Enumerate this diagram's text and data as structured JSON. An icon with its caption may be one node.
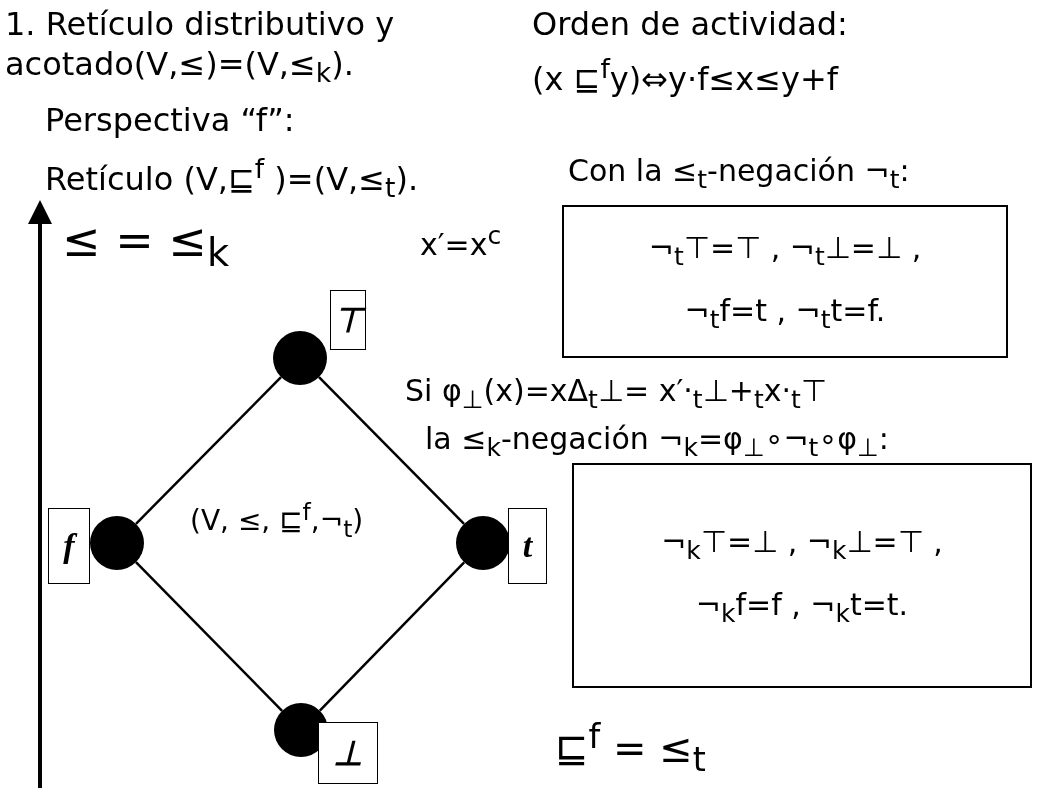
{
  "diagram": {
    "nodes": [
      {
        "text": [],
        "shape": "circle",
        "beside": [
          "⊤"
        ]
      },
      {
        "text": [],
        "shape": "circle",
        "beside": [
          "f"
        ]
      },
      {
        "text": [],
        "shape": "circle",
        "beside": [
          "t"
        ]
      },
      {
        "text": [],
        "shape": "circle",
        "beside": [
          "⊥"
        ]
      },
      {
        "text": [
          "¬$_{t}$⊤=⊤ , ¬$_{t}$⊥=⊥ ,",
          "¬$_{t}$f=t , ¬$_{t}$t=f."
        ]
      },
      {
        "text": [
          "¬$_{k}$⊤=⊥ , ¬$_{k}$⊥=⊤ ,",
          "¬$_{k}$f=f , ¬$_{k}$t=t."
        ]
      }
    ],
    "edges": [
      {
        "from": 0,
        "to": 1,
        "arrow": "none"
      },
      {
        "from": 0,
        "to": 2,
        "arrow": "none"
      },
      {
        "from": 1,
        "to": 3,
        "arrow": "none"
      },
      {
        "from": 2,
        "to": 3,
        "arrow": "none"
      }
    ],
    "labels": [
      "1. Retículo distributivo y acotado(V,≤)=(V,≤$_{k}$).",
      "Orden de actividad:",
      "(x ⊑$^{f}$y)⇔y·f≤x≤y+f",
      "Perspectiva “f”:",
      "Retículo (V,⊑$^{f}$ )=(V,≤$_{t}$).",
      "Con la ≤$_{t}$-negación ¬$_{t}$:",
      "≤ = ≤$_{k}$",
      "x′=x$^{c}$",
      "Si φ$_{⊥}$(x)=xΔ$_{t}$⊥= x′·$_{t}$⊥+$_{t}$x·$_{t}$⊤",
      "la ≤$_{k}$-negación ¬$_{k}$=φ$_{⊥}$∘¬$_{t}$∘φ$_{⊥}$:",
      "(V, ≤, ⊑$^{f}$,¬$_{t}$)",
      "⊑$^{f}$ = ≤$_{t}$"
    ]
  }
}
